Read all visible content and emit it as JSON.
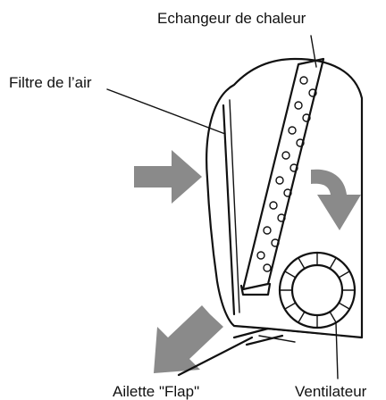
{
  "labels": {
    "heat_exchanger": "Echangeur de chaleur",
    "air_filter": "Filtre de l’air",
    "flap": "Ailette \"Flap\"",
    "fan": "Ventilateur"
  },
  "colors": {
    "line": "#111111",
    "arrow": "#8a8a8a",
    "background": "#ffffff"
  },
  "icons": {
    "intake": "arrow-right-icon",
    "flow_down": "curved-arrow-down-icon",
    "outlet": "arrow-down-left-icon"
  }
}
